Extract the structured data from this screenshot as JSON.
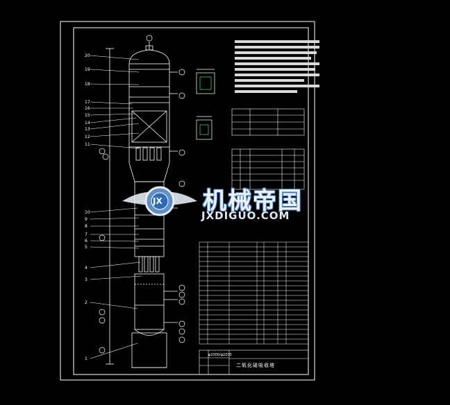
{
  "drawing": {
    "title_block": {
      "name": "二氧化硫吸收塔",
      "code": "φ2000/φ2200"
    },
    "watermark": {
      "brand_cn": "机械帝国",
      "brand_en": "JXDIGUO.COM",
      "logo_letters": "JX"
    },
    "part_callouts": [
      "20",
      "19",
      "18",
      "17",
      "16",
      "15",
      "14",
      "13",
      "12",
      "11",
      "10",
      "9",
      "8",
      "7",
      "6",
      "5",
      "4",
      "3",
      "2",
      "1"
    ],
    "colors": {
      "background": "#000000",
      "lines": "#ffffff",
      "watermark_blue": "#3a7ac0"
    }
  }
}
